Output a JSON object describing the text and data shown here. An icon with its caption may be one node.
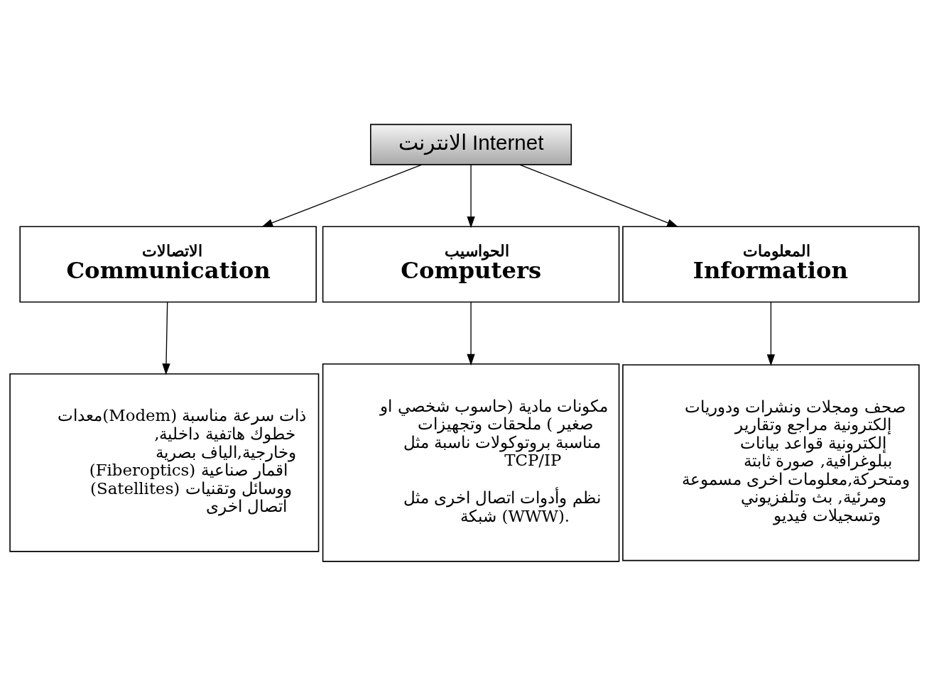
{
  "diagram": {
    "nodes": [
      {
        "text": [
          "الانترنت Internet"
        ]
      },
      {
        "text": [
          "الاتصالات",
          "Communication"
        ]
      },
      {
        "text": [
          "الحواسيب",
          "Computers"
        ]
      },
      {
        "text": [
          "المعلومات",
          "Information"
        ]
      },
      {
        "text": [
          "معدات(Modem) ذات سرعة مناسبة ,خطوك هاتفية داخلية وخارجية,الياف بصرية (Fiberoptics) اقمار صناعية (Satellites) ووسائل وتقنيات اتصال اخرى"
        ]
      },
      {
        "text": [
          "مكونات مادية (حاسوب شخصي او صغير ) ملحقات وتجهيزات مناسبة بروتوكولات ناسبة مثل TCP/IP",
          "نظم وأدوات اتصال اخرى مثل شبكة (WWW)."
        ]
      },
      {
        "text": [
          "صحف ومجلات ونشرات ودوريات إلكترونية مراجع وتقارير إلكترونية قواعد بيانات ببلوغرافية, صورة ثابتة ومتحركة,معلومات اخرى مسموعة ومرئية, بث وتلفزيوني وتسجيلات فيديو"
        ]
      }
    ],
    "edges": [
      {
        "from": 0,
        "to": 1,
        "arrow": "to"
      },
      {
        "from": 0,
        "to": 2,
        "arrow": "to"
      },
      {
        "from": 0,
        "to": 3,
        "arrow": "to"
      },
      {
        "from": 1,
        "to": 4,
        "arrow": "to"
      },
      {
        "from": 2,
        "to": 5,
        "arrow": "to"
      },
      {
        "from": 3,
        "to": 6,
        "arrow": "to"
      }
    ]
  }
}
